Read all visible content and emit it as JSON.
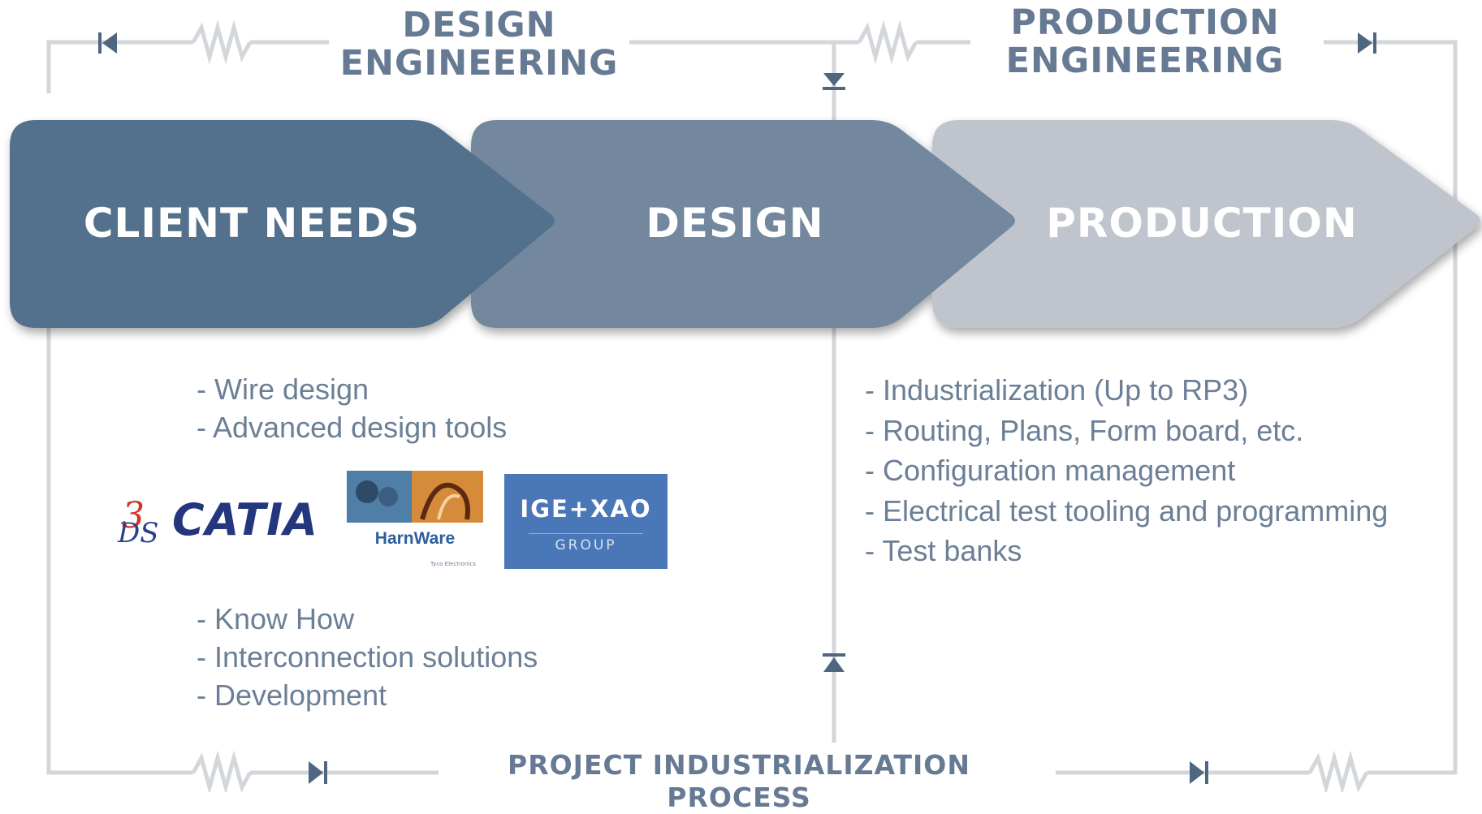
{
  "headings": {
    "design_engineering": "DESIGN\nENGINEERING",
    "production_engineering": "PRODUCTION\nENGINEERING",
    "bottom": "PROJECT INDUSTRIALIZATION PROCESS"
  },
  "steps": [
    {
      "label": "CLIENT NEEDS",
      "color": "#52708c"
    },
    {
      "label": "DESIGN",
      "color": "#73879e"
    },
    {
      "label": "PRODUCTION",
      "color": "#bfc4cd"
    }
  ],
  "left_top_bullets": [
    "- Wire design",
    "- Advanced design tools"
  ],
  "left_bottom_bullets": [
    "- Know How",
    "- Interconnection solutions",
    "- Development"
  ],
  "right_bullets": [
    "- Industrialization (Up to RP3)",
    "- Routing, Plans, Form board, etc.",
    "- Configuration management",
    "- Electrical test tooling and programming",
    "- Test banks"
  ],
  "logos": {
    "catia": "CATIA",
    "catia_mark": "3DS",
    "harnware": "HarnWare",
    "ige_main": "IGE+XAO",
    "ige_sub": "GROUP"
  },
  "colors": {
    "frame_line": "#d3d6da",
    "heading_text": "#667a93",
    "bullet_text": "#6b7f96",
    "ige_blue": "#4a77b8"
  }
}
